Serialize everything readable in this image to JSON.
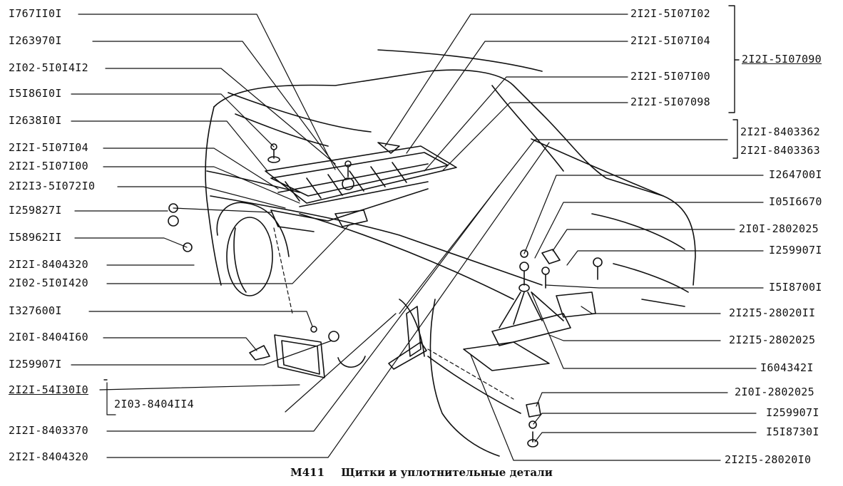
{
  "caption": {
    "code": "M411",
    "title": "Щитки и уплотнительные детали"
  },
  "left_labels": [
    "I767II0I",
    "I263970I",
    "2I02-5I0I4I2",
    "I5I86I0I",
    "I2638I0I",
    "2I2I-5I07I04",
    "2I2I-5I07I00",
    "2I2I3-5I072I0",
    "I259827I",
    "I58962II",
    "2I2I-8404320",
    "2I02-5I0I420",
    "I327600I",
    "2I0I-8404I60",
    "I259907I",
    "2I2I-54I30I0",
    "2I03-8404II4",
    "2I2I-8403370",
    "2I2I-8404320"
  ],
  "right_labels": [
    "2I2I-5I07I02",
    "2I2I-5I07I04",
    "2I2I-5I07090",
    "2I2I-5I07I00",
    "2I2I-5I07098",
    "2I2I-8403362",
    "2I2I-8403363",
    "I264700I",
    "I05I6670",
    "2I0I-2802025",
    "I259907I",
    "I5I8700I",
    "2I2I5-28020II",
    "2I2I5-2802025",
    "I604342I",
    "2I0I-2802025",
    "I259907I",
    "I5I8730I",
    "2I2I5-28020I0"
  ]
}
